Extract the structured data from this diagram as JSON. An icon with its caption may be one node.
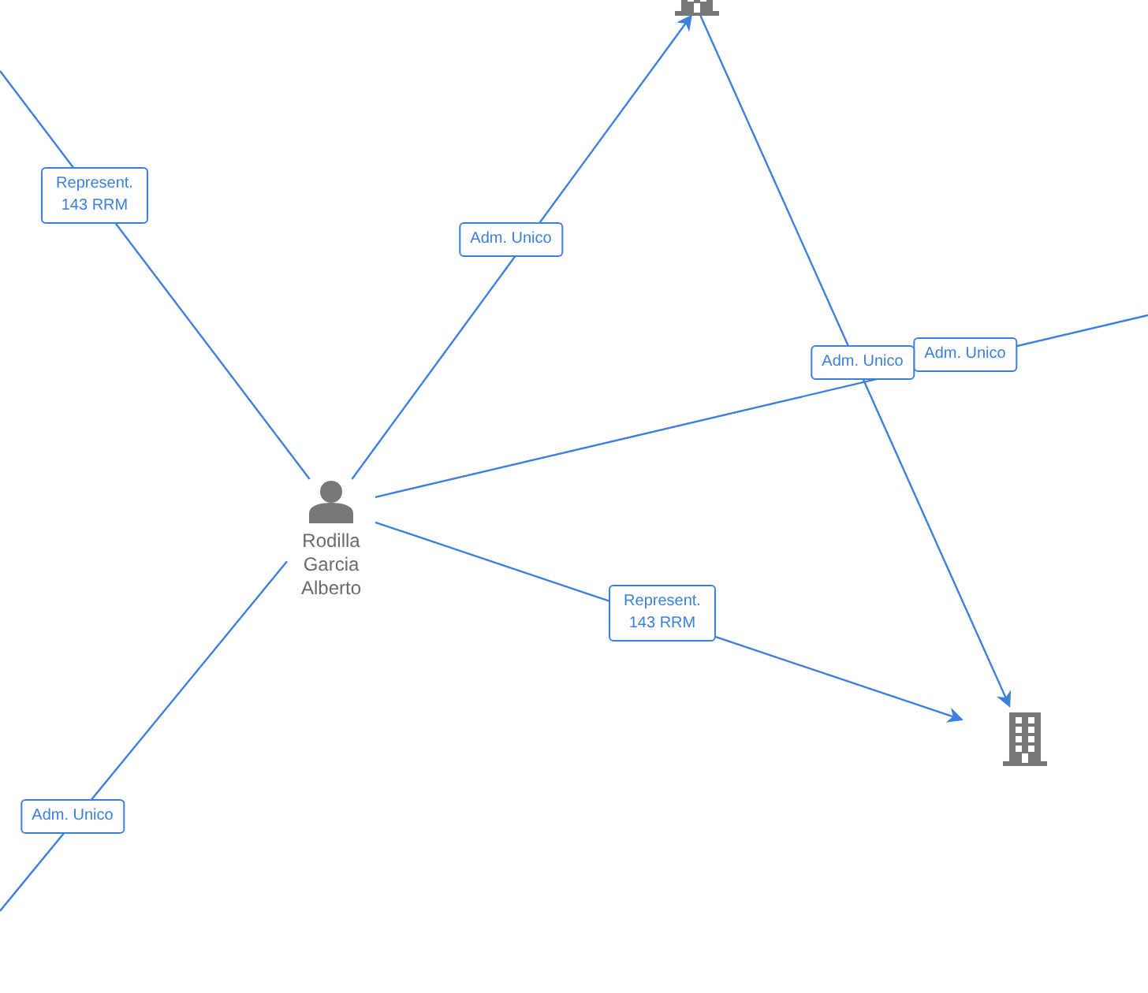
{
  "diagram": {
    "nodes": [
      {
        "text": [],
        "shape": "building"
      },
      {
        "text": [
          "Rodilla Garcia Alberto"
        ]
      },
      {
        "text": [],
        "shape": "building"
      }
    ],
    "edges": [
      {
        "from": null,
        "to": 1,
        "arrow": "none",
        "label": "Represent. 143 RRM"
      },
      {
        "from": 1,
        "to": 0,
        "arrow": "to",
        "label": "Adm. Unico"
      },
      {
        "from": 1,
        "to": null,
        "arrow": "none",
        "label": "Adm. Unico"
      },
      {
        "from": 0,
        "to": 2,
        "arrow": "to",
        "label": "Adm. Unico"
      },
      {
        "from": 1,
        "to": 2,
        "arrow": "to",
        "label": "Represent. 143 RRM"
      },
      {
        "from": null,
        "to": 1,
        "arrow": "none",
        "label": "Adm. Unico"
      }
    ]
  }
}
